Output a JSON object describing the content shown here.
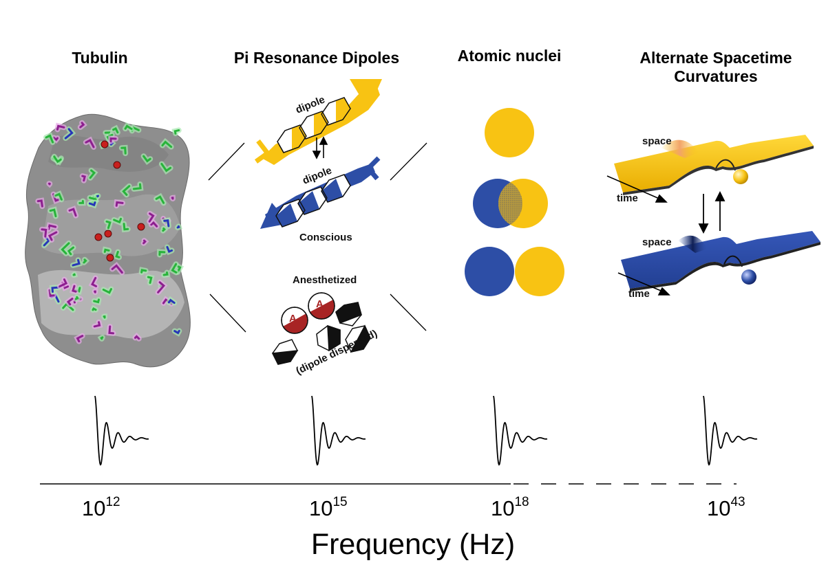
{
  "columns": [
    {
      "title": "Tubulin",
      "exponent_base": "10",
      "exponent": "12"
    },
    {
      "title": "Pi Resonance Dipoles",
      "exponent_base": "10",
      "exponent": "15"
    },
    {
      "title": "Atomic nuclei",
      "exponent_base": "10",
      "exponent": "18"
    },
    {
      "title": "Alternate Spacetime Curvatures",
      "exponent_base": "10",
      "exponent": "43"
    }
  ],
  "dipole_panel": {
    "dipole_top": "dipole",
    "dipole_bottom": "dipole",
    "conscious": "Conscious",
    "anesthetized": "Anesthetized",
    "dispersed": "(dipole dispersed)",
    "anesthetic_mark": "A"
  },
  "spacetime_panel": {
    "space_top": "space",
    "time_top": "time",
    "space_bottom": "space",
    "time_bottom": "time"
  },
  "axis_label": "Frequency (Hz)",
  "colors": {
    "yellow": "#f8c313",
    "blue": "#2d4ea6",
    "red": "#a82424",
    "tubulin_gray": "#8a8a8a"
  }
}
